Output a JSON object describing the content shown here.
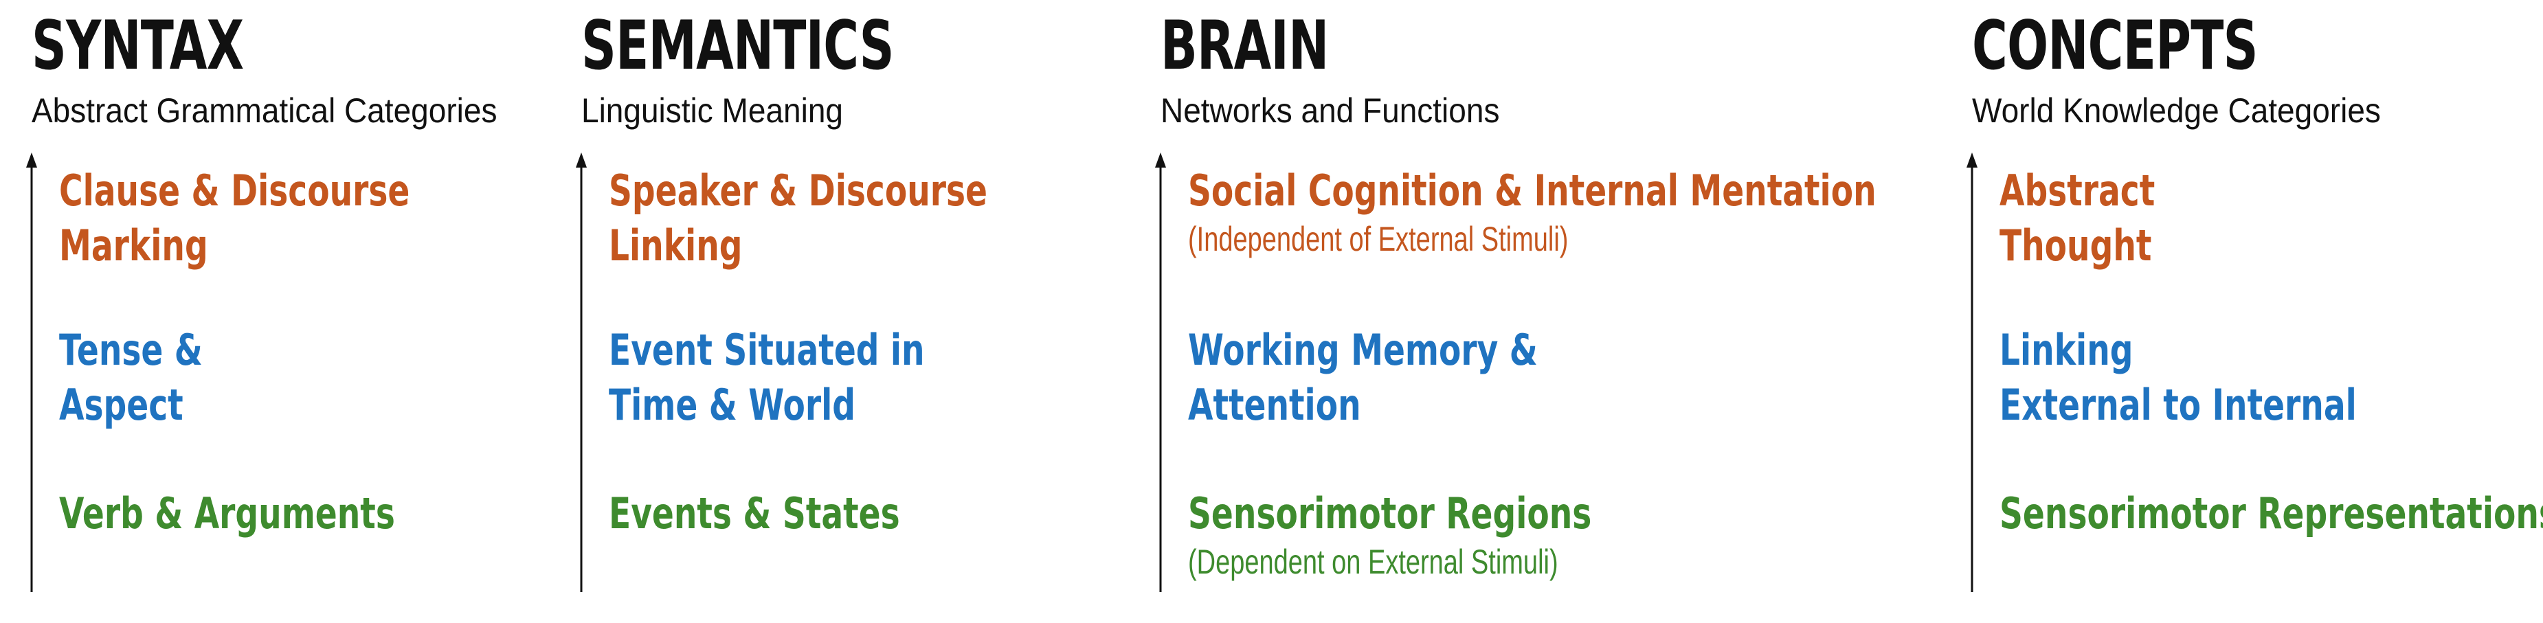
{
  "colors": {
    "title": "#111111",
    "high": "#C4561E",
    "mid": "#1F73C0",
    "low": "#3E8B2E",
    "arrow": "#111111"
  },
  "columns": [
    {
      "title": "SYNTAX",
      "subtitle": "Abstract Grammatical Categories",
      "levels": {
        "high": {
          "lines": [
            "Clause & Discourse",
            "Marking"
          ]
        },
        "mid": {
          "lines": [
            "Tense &",
            "Aspect"
          ]
        },
        "low": {
          "lines": [
            "Verb & Arguments"
          ]
        }
      }
    },
    {
      "title": "SEMANTICS",
      "subtitle": "Linguistic Meaning",
      "levels": {
        "high": {
          "lines": [
            "Speaker & Discourse",
            "Linking"
          ]
        },
        "mid": {
          "lines": [
            "Event Situated in",
            "Time & World"
          ]
        },
        "low": {
          "lines": [
            "Events & States"
          ]
        }
      }
    },
    {
      "title": "BRAIN",
      "subtitle": "Networks and Functions",
      "levels": {
        "high": {
          "lines": [
            "Social Cognition & Internal Mentation"
          ],
          "note": "(Independent of External Stimuli)"
        },
        "mid": {
          "lines": [
            "Working Memory &",
            "Attention"
          ]
        },
        "low": {
          "lines": [
            "Sensorimotor Regions"
          ],
          "note": "(Dependent on External Stimuli)"
        }
      }
    },
    {
      "title": "CONCEPTS",
      "subtitle": "World Knowledge Categories",
      "levels": {
        "high": {
          "lines": [
            "Abstract",
            "Thought"
          ]
        },
        "mid": {
          "lines": [
            "Linking",
            "External to Internal"
          ]
        },
        "low": {
          "lines": [
            "Sensorimotor Representations"
          ]
        }
      }
    }
  ]
}
